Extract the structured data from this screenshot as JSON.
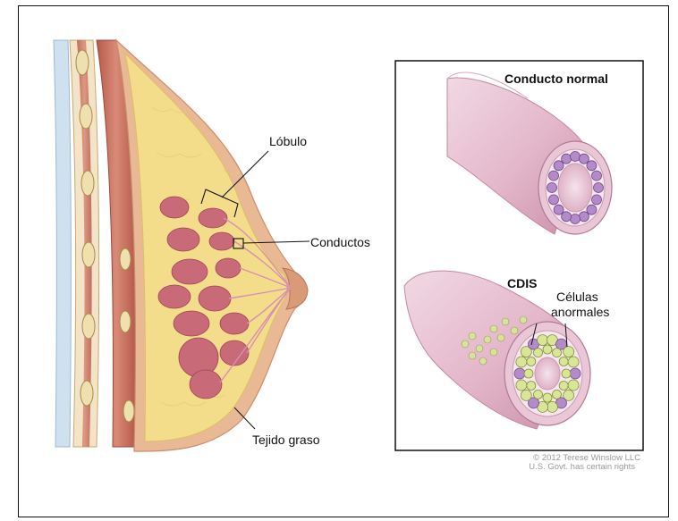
{
  "labels": {
    "lobulo": "Lóbulo",
    "conductos": "Conductos",
    "tejido_graso": "Tejido graso",
    "conducto_normal": "Conducto normal",
    "cdis": "CDIS",
    "celulas_line1": "Células",
    "celulas_line2": "anormales"
  },
  "credit": {
    "line1": "© 2012 Terese Winslow LLC",
    "line2": "U.S. Govt. has certain rights"
  },
  "colors": {
    "fat": "#f3dc8a",
    "skin": "#e3b08f",
    "muscle": "#c96f5f",
    "lobule": "#c86a78",
    "duct_outer": "#eac7d6",
    "duct_cell": "#b48bc8",
    "abnormal_cell": "#d9e69a"
  }
}
